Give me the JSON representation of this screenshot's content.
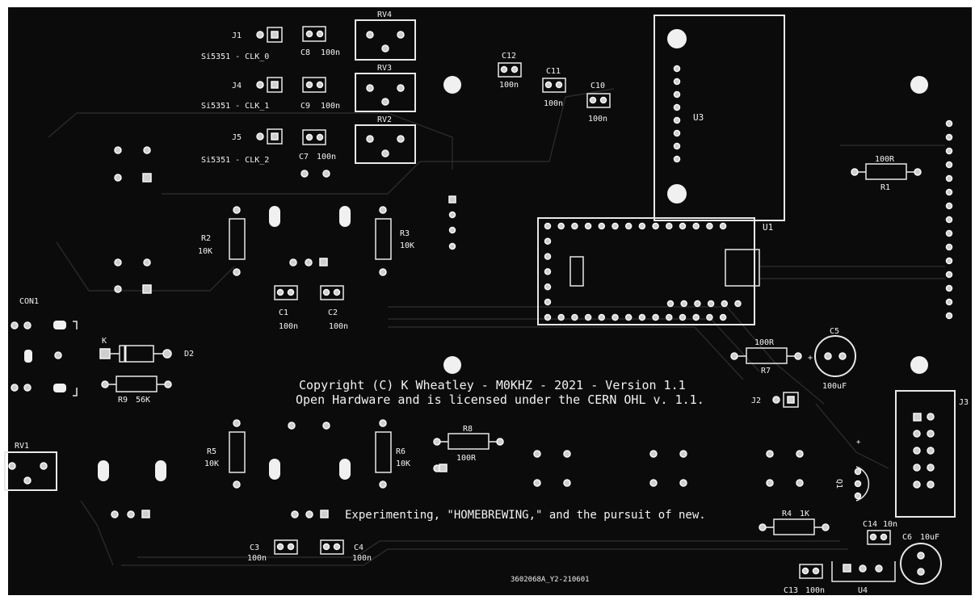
{
  "copyright_line": "Copyright (C) K Wheatley - M0KHZ - 2021 - Version 1.1",
  "license_line": "Open Hardware and is licensed under the CERN OHL v. 1.1.",
  "motto": "Experimenting, \"HOMEBREWING,\" and the pursuit of new.",
  "board_id": "3602068A_Y2-210601",
  "labels": {
    "j1": "J1",
    "j4": "J4",
    "j5": "J5",
    "j2": "J2",
    "j3": "J3",
    "clk0": "Si5351 - CLK_0",
    "clk1": "Si5351 - CLK_1",
    "clk2": "Si5351 - CLK_2",
    "c8": "C8",
    "c8v": "100n",
    "c9": "C9",
    "c9v": "100n",
    "c7": "C7",
    "c7v": "100n",
    "rv4": "RV4",
    "rv3": "RV3",
    "rv2": "RV2",
    "rv1": "RV1",
    "c12": "C12",
    "c12v": "100n",
    "c11": "C11",
    "c11v": "100n",
    "c10": "C10",
    "c10v": "100n",
    "u3": "U3",
    "u1": "U1",
    "u4": "U4",
    "r1": "R1",
    "r1v": "100R",
    "r2": "R2",
    "r2v": "10K",
    "r3": "R3",
    "r3v": "10K",
    "c1": "C1",
    "c1v": "100n",
    "c2": "C2",
    "c2v": "100n",
    "con1": "CON1",
    "k": "K",
    "d2": "D2",
    "r9": "R9",
    "r9v": "56K",
    "r7": "R7",
    "r7v": "100R",
    "c5": "C5",
    "c5v": "100uF",
    "r8": "R8",
    "r8v": "100R",
    "r5": "R5",
    "r5v": "10K",
    "r6": "R6",
    "r6v": "10K",
    "r4": "R4",
    "r4v": "1K",
    "q1": "Q1",
    "c3": "C3",
    "c3v": "100n",
    "c4": "C4",
    "c4v": "100n",
    "c14": "C14",
    "c14v": "10n",
    "c6": "C6",
    "c6v": "10uF",
    "c13": "C13",
    "c13v": "100n",
    "plus": "+"
  },
  "colors": {
    "board": "#0b0b0b",
    "silkscreen": "#f2f2f2",
    "pad": "#cfcfcf",
    "trace": "#2a2a2a"
  }
}
